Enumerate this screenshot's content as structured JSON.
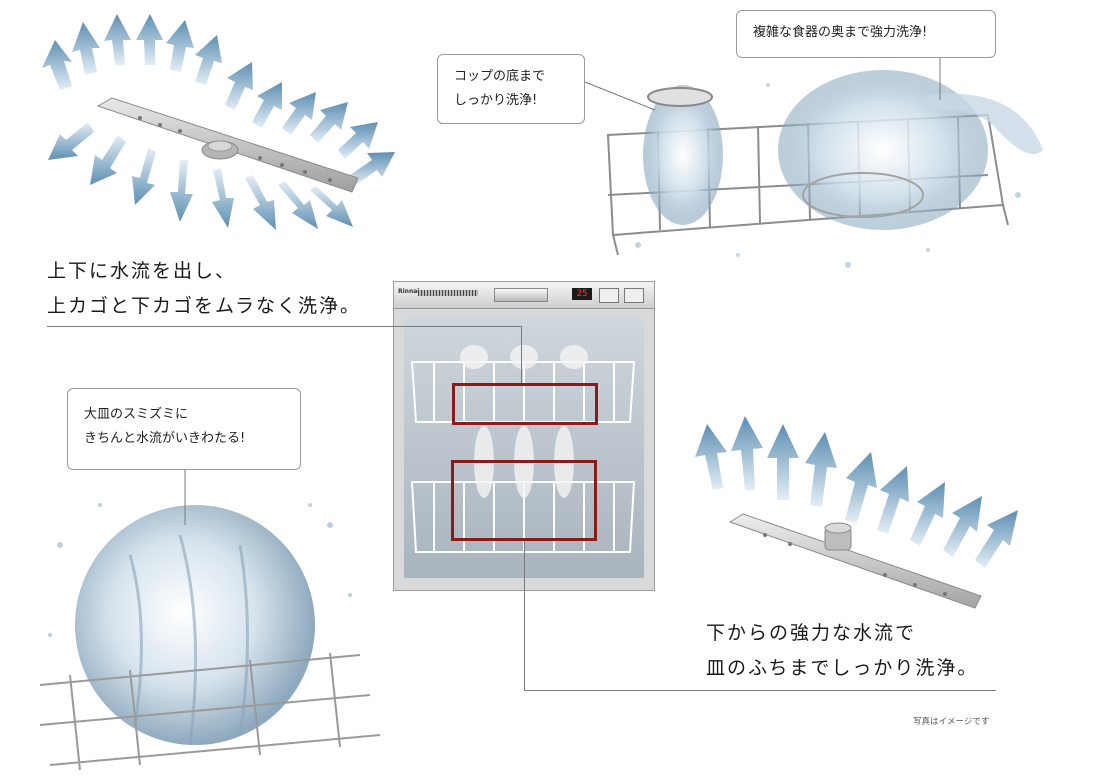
{
  "headlines": {
    "upper_spray": [
      "上下に水流を出し、",
      "上カゴと下カゴをムラなく洗浄。"
    ],
    "lower_spray": [
      "下からの強力な水流で",
      "皿のふちまでしっかり洗浄。"
    ]
  },
  "callouts": {
    "cup": [
      "コップの底まで",
      "しっかり洗浄!"
    ],
    "dishes": [
      "複雑な食器の奥まで強力洗浄!"
    ],
    "plate": [
      "大皿のスミズミに",
      "きちんと水流がいきわたる!"
    ]
  },
  "dishwasher_panel": {
    "brand": "Rinnai",
    "display": "25"
  },
  "footnote": "写真はイメージです",
  "colors": {
    "highlight_box": "#8b1a1a",
    "arrow_light": "#cfe1ee",
    "arrow_dark": "#5e8fb3",
    "connector": "#7a7a7a"
  }
}
